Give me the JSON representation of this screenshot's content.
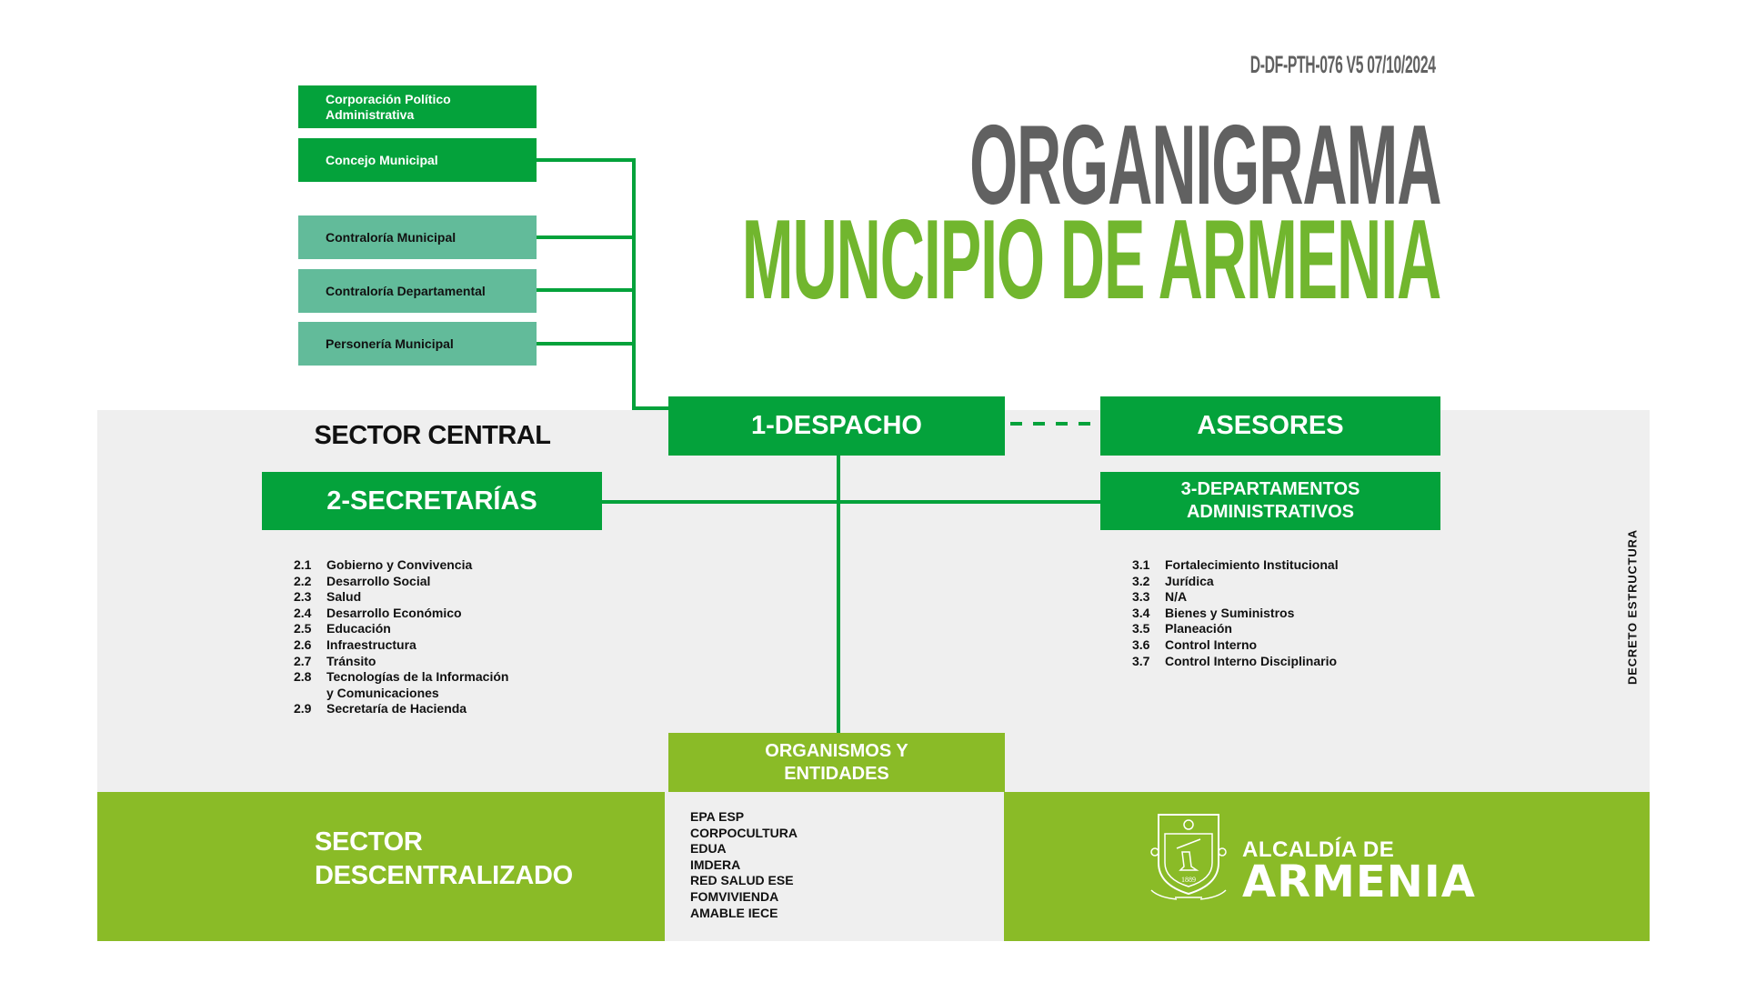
{
  "document_code": "D-DF-PTH-076 V5 07/10/2024",
  "title": {
    "line1": "ORGANIGRAMA",
    "line2": "MUNCIPIO DE ARMENIA"
  },
  "control_bodies": [
    {
      "label_line1": "Corporación Político",
      "label_line2": "Administrativa",
      "style": "dark-green"
    },
    {
      "label": "Concejo Municipal",
      "style": "dark-green"
    },
    {
      "label": "Contraloría Municipal",
      "style": "teal"
    },
    {
      "label": "Contraloría Departamental",
      "style": "teal"
    },
    {
      "label": "Personería Municipal",
      "style": "teal"
    }
  ],
  "sector_central": {
    "label": "SECTOR CENTRAL",
    "despacho": "1-DESPACHO",
    "asesores": "ASESORES",
    "secretarias": {
      "label": "2-SECRETARÍAS",
      "items": [
        {
          "num": "2.1",
          "label": "Gobierno y Convivencia"
        },
        {
          "num": "2.2",
          "label": "Desarrollo Social"
        },
        {
          "num": "2.3",
          "label": "Salud"
        },
        {
          "num": "2.4",
          "label": "Desarrollo Económico"
        },
        {
          "num": "2.5",
          "label": "Educación"
        },
        {
          "num": "2.6",
          "label": "Infraestructura"
        },
        {
          "num": "2.7",
          "label": "Tránsito"
        },
        {
          "num": "2.8",
          "label": "Tecnologías de la Información",
          "label_cont": "y Comunicaciones"
        },
        {
          "num": "2.9",
          "label": "Secretaría de Hacienda"
        }
      ]
    },
    "departamentos": {
      "label_line1": "3-DEPARTAMENTOS",
      "label_line2": "ADMINISTRATIVOS",
      "items": [
        {
          "num": "3.1",
          "label": "Fortalecimiento Institucional"
        },
        {
          "num": "3.2",
          "label": "Jurídica"
        },
        {
          "num": "3.3",
          "label": "N/A"
        },
        {
          "num": "3.4",
          "label": "Bienes y Suministros"
        },
        {
          "num": "3.5",
          "label": "Planeación"
        },
        {
          "num": "3.6",
          "label": "Control Interno"
        },
        {
          "num": "3.7",
          "label": "Control Interno Disciplinario"
        }
      ]
    },
    "side_label": "DECRETO ESTRUCTURA"
  },
  "sector_descentralizado": {
    "label_line1": "SECTOR",
    "label_line2": "DESCENTRALIZADO",
    "organismos": {
      "label_line1": "ORGANISMOS Y",
      "label_line2": "ENTIDADES",
      "items": [
        "EPA ESP",
        "CORPOCULTURA",
        "EDUA",
        "IMDERA",
        "RED SALUD ESE",
        "FOMVIVIENDA",
        "AMABLE IECE"
      ]
    }
  },
  "logo": {
    "line1": "ALCALDÍA DE",
    "line2": "ARMENIA",
    "shield_year": "1889",
    "icon": "coat-of-arms-icon"
  },
  "colors": {
    "dark_green": "#04A23B",
    "teal": "#62BB9A",
    "lime": "#8ABB27",
    "title_gray": "#616161",
    "title_green": "#71B62E",
    "panel_gray": "#EFEFEF"
  }
}
